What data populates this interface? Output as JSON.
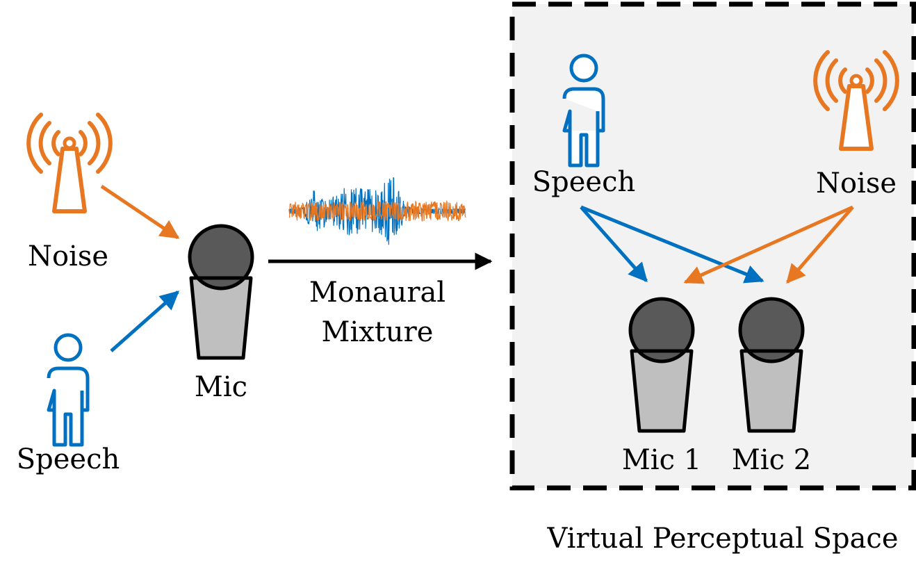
{
  "colors": {
    "speech": "#0070C0",
    "noise": "#E87722",
    "mic_head": "#595959",
    "mic_body": "#BFBFBF",
    "panel_bg": "#F2F2F2",
    "stroke": "#000000"
  },
  "left": {
    "noise_label": "Noise",
    "speech_label": "Speech",
    "mic_label": "Mic"
  },
  "mixture": {
    "line1": "Monaural",
    "line2": "Mixture"
  },
  "panel": {
    "caption": "Virtual Perceptual Space",
    "speech_label": "Speech",
    "noise_label": "Noise",
    "mic1_label": "Mic 1",
    "mic2_label": "Mic 2"
  },
  "icons": {
    "noise_source": "antenna-icon",
    "speech_source": "person-icon",
    "microphone": "microphone-icon",
    "waveform": "waveform-icon"
  }
}
